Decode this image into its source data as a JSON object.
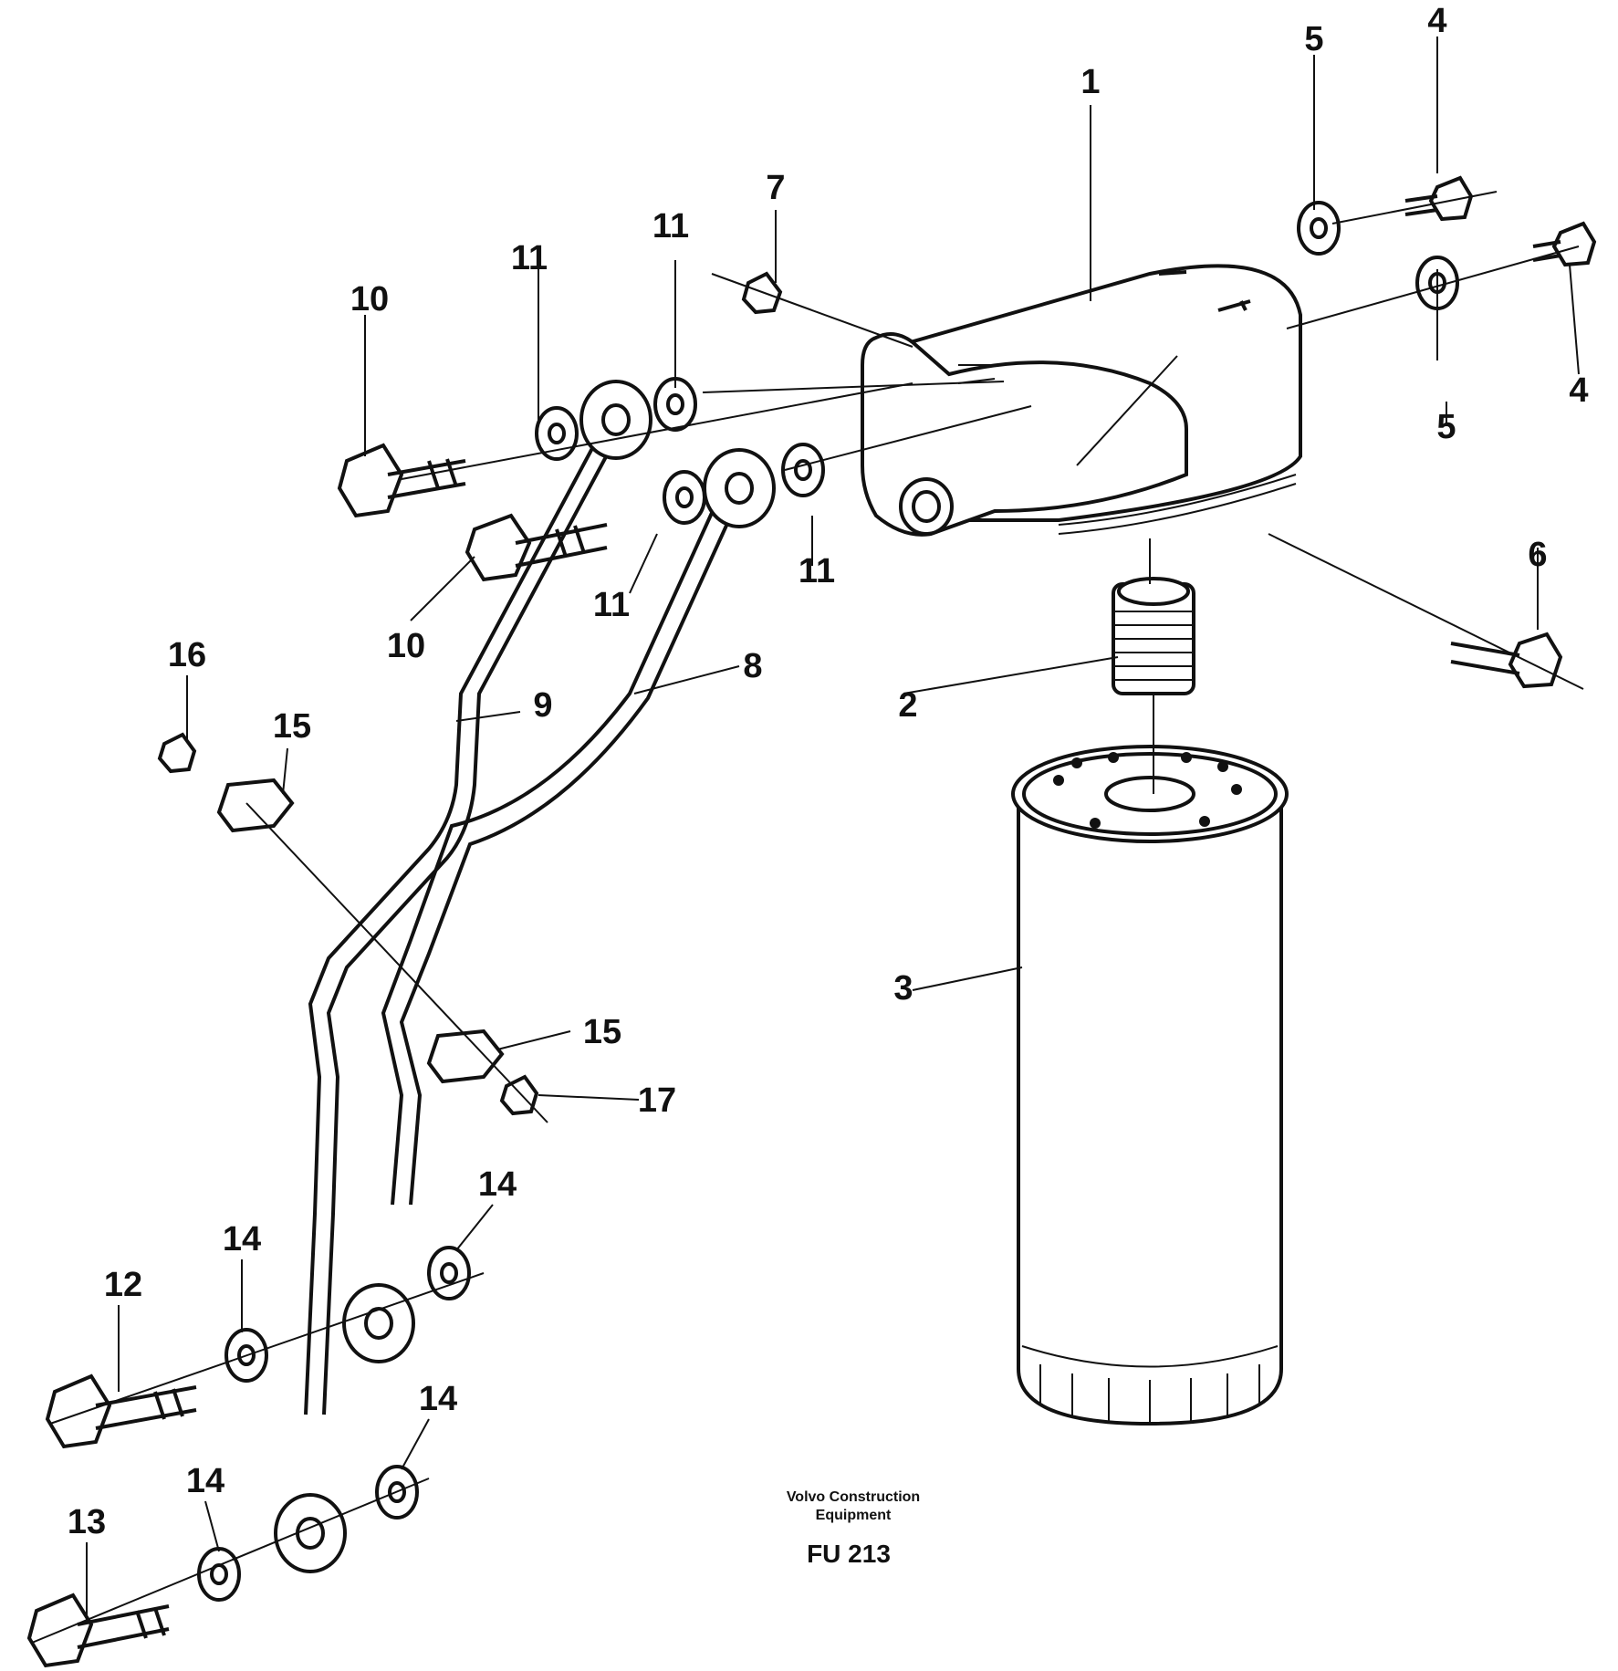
{
  "parts": [
    {
      "id": "label-1",
      "text": "1"
    },
    {
      "id": "label-2",
      "text": "2"
    },
    {
      "id": "label-3",
      "text": "3"
    },
    {
      "id": "label-4a",
      "text": "4"
    },
    {
      "id": "label-4b",
      "text": "4"
    },
    {
      "id": "label-5a",
      "text": "5"
    },
    {
      "id": "label-5b",
      "text": "5"
    },
    {
      "id": "label-6",
      "text": "6"
    },
    {
      "id": "label-7",
      "text": "7"
    },
    {
      "id": "label-8",
      "text": "8"
    },
    {
      "id": "label-9",
      "text": "9"
    },
    {
      "id": "label-10a",
      "text": "10"
    },
    {
      "id": "label-10b",
      "text": "10"
    },
    {
      "id": "label-11a",
      "text": "11"
    },
    {
      "id": "label-11b",
      "text": "11"
    },
    {
      "id": "label-11c",
      "text": "11"
    },
    {
      "id": "label-11d",
      "text": "11"
    },
    {
      "id": "label-12",
      "text": "12"
    },
    {
      "id": "label-13",
      "text": "13"
    },
    {
      "id": "label-14a",
      "text": "14"
    },
    {
      "id": "label-14b",
      "text": "14"
    },
    {
      "id": "label-14c",
      "text": "14"
    },
    {
      "id": "label-14d",
      "text": "14"
    },
    {
      "id": "label-15a",
      "text": "15"
    },
    {
      "id": "label-15b",
      "text": "15"
    },
    {
      "id": "label-16",
      "text": "16"
    },
    {
      "id": "label-17",
      "text": "17"
    }
  ],
  "footer": {
    "company_line1": "Volvo Construction",
    "company_line2": "Equipment",
    "code": "FU 213"
  }
}
